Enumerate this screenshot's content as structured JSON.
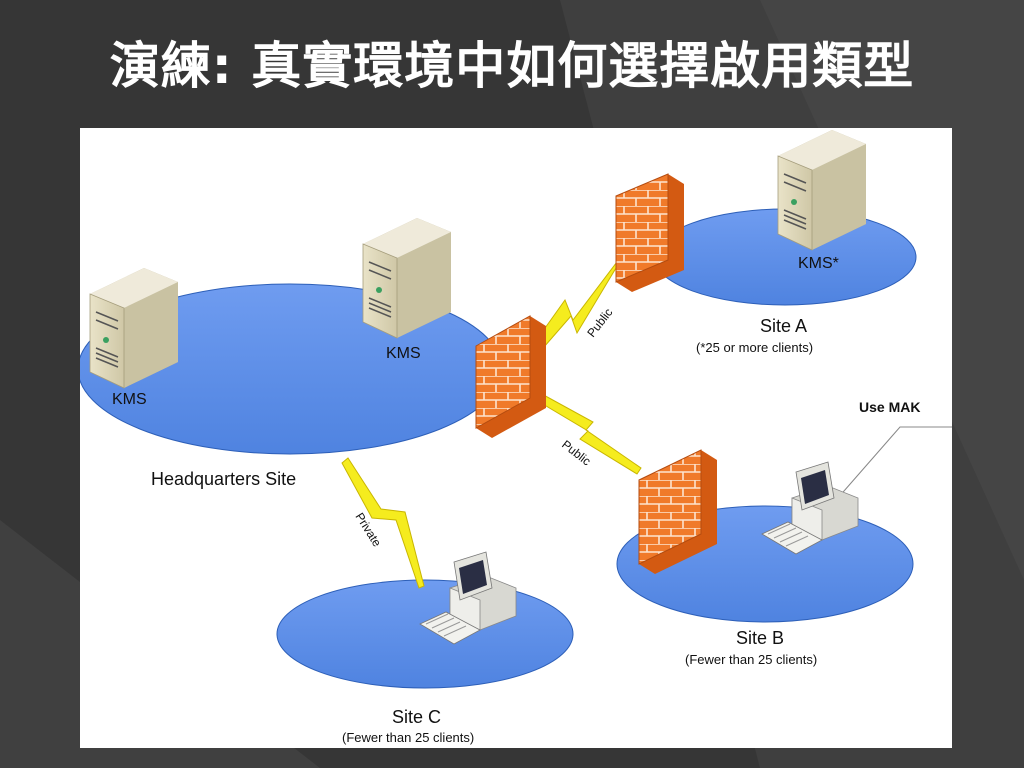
{
  "slide": {
    "title": "演練: 真實環境中如何選擇啟用類型"
  },
  "diagram": {
    "headquarters": {
      "label": "Headquarters Site",
      "servers": [
        "KMS",
        "KMS"
      ]
    },
    "site_a": {
      "name": "Site A",
      "note": "(*25 or more clients)",
      "server": "KMS*"
    },
    "site_b": {
      "name": "Site B",
      "note": "(Fewer than 25 clients)",
      "callout": "Use MAK"
    },
    "site_c": {
      "name": "Site C",
      "note": "(Fewer than 25 clients)"
    },
    "links": {
      "to_site_a": "Public",
      "to_site_b": "Public",
      "to_site_c": "Private"
    }
  },
  "colors": {
    "background": "#3b3b3b",
    "panel": "#ffffff",
    "ellipse": "#5b8ee6",
    "firewall": "#f07a2a",
    "lightning": "#f5ec1e",
    "server": "#ddd6b8"
  },
  "icons": [
    "server-icon",
    "firewall-icon",
    "workstation-icon",
    "lightning-link-icon"
  ]
}
